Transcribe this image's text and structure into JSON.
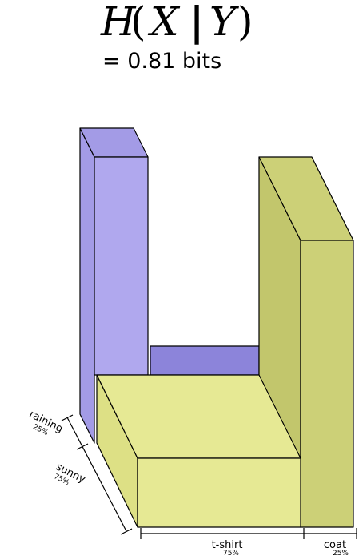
{
  "title": {
    "H": "H",
    "open_paren": "(",
    "X": "X",
    "bar": "|",
    "Y": "Y",
    "close_paren": ")",
    "value": "= 0.81 bits"
  },
  "y_axis": {
    "categories": [
      {
        "label": "raining",
        "pct": "25%"
      },
      {
        "label": "sunny",
        "pct": "75%"
      }
    ]
  },
  "x_axis": {
    "categories": [
      {
        "label": "t-shirt",
        "pct": "75%"
      },
      {
        "label": "coat",
        "pct": "25%"
      }
    ]
  },
  "colors": {
    "purple_light": "#b0a8ee",
    "purple_mid": "#a39be6",
    "purple_dark": "#8c84da",
    "yellow_light": "#e6e994",
    "yellow_mid": "#dde085",
    "olive_light": "#ccd077",
    "olive_dark": "#c2c66c"
  }
}
